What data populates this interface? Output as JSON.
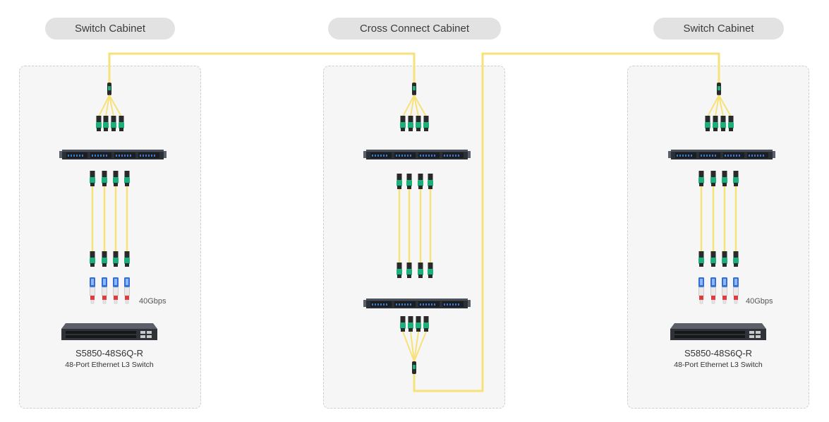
{
  "labels": {
    "left_cabinet": "Switch Cabinet",
    "center_cabinet": "Cross Connect Cabinet",
    "right_cabinet": "Switch Cabinet"
  },
  "left_switch": {
    "speed": "40Gbps",
    "model": "S5850-48S6Q-R",
    "description": "48-Port Ethernet L3 Switch"
  },
  "right_switch": {
    "speed": "40Gbps",
    "model": "S5850-48S6Q-R",
    "description": "48-Port Ethernet L3 Switch"
  },
  "colors": {
    "fiber": "#f7e27a",
    "connector_green": "#19b07a",
    "connector_body": "#2a2a2a",
    "lc_blue": "#2f6fd6",
    "panel_dark": "#2b2f36"
  }
}
